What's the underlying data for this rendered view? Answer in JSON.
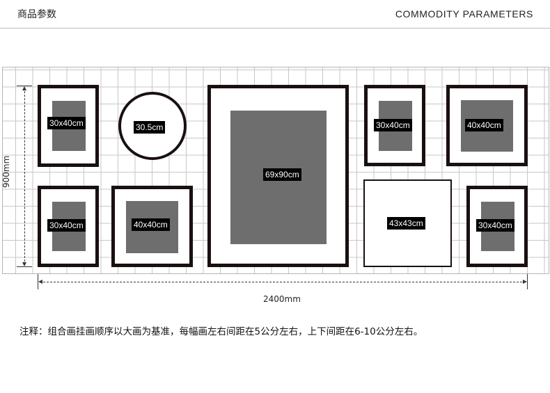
{
  "header": {
    "title_cn": "商品参数",
    "title_en": "COMMODITY PARAMETERS"
  },
  "frames": [
    {
      "id": "f1",
      "label": "30x40cm"
    },
    {
      "id": "f2",
      "label": "30.5cm"
    },
    {
      "id": "f3",
      "label": "69x90cm"
    },
    {
      "id": "f4",
      "label": "30x40cm"
    },
    {
      "id": "f5",
      "label": "40x40cm"
    },
    {
      "id": "f6",
      "label": "30x40cm"
    },
    {
      "id": "f7",
      "label": "40x40cm"
    },
    {
      "id": "f8",
      "label": "43x43cm"
    },
    {
      "id": "f9",
      "label": "30x40cm"
    }
  ],
  "dimensions": {
    "height_label": "900mm",
    "width_label": "2400mm"
  },
  "note": "注释：组合画挂画顺序以大画为基准，每幅画左右间距在5公分左右，上下间距在6-10公分左右。",
  "colors": {
    "frame": "#1a1010",
    "mat": "#6e6e6e",
    "label_bg": "#000000",
    "grid_line": "#c7c7c7"
  }
}
